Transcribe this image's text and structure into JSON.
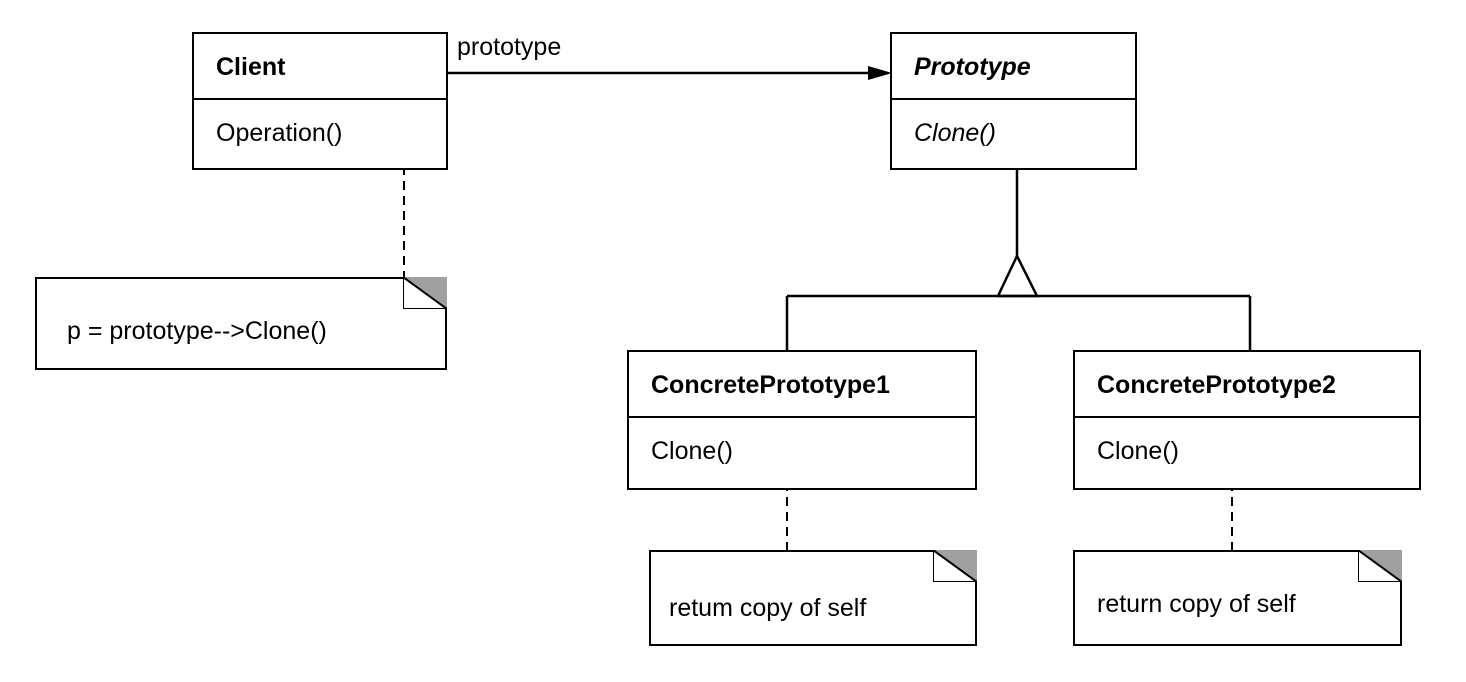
{
  "association": {
    "label": "prototype"
  },
  "classes": {
    "client": {
      "name": "Client",
      "operation": "Operation()"
    },
    "prototype": {
      "name": "Prototype",
      "operation": "Clone()"
    },
    "concrete1": {
      "name": "ConcretePrototype1",
      "operation": "Clone()"
    },
    "concrete2": {
      "name": "ConcretePrototype2",
      "operation": "Clone()"
    }
  },
  "notes": {
    "client": "p = prototype-->Clone()",
    "concrete1": "retum copy of self",
    "concrete2": "return copy of self"
  }
}
